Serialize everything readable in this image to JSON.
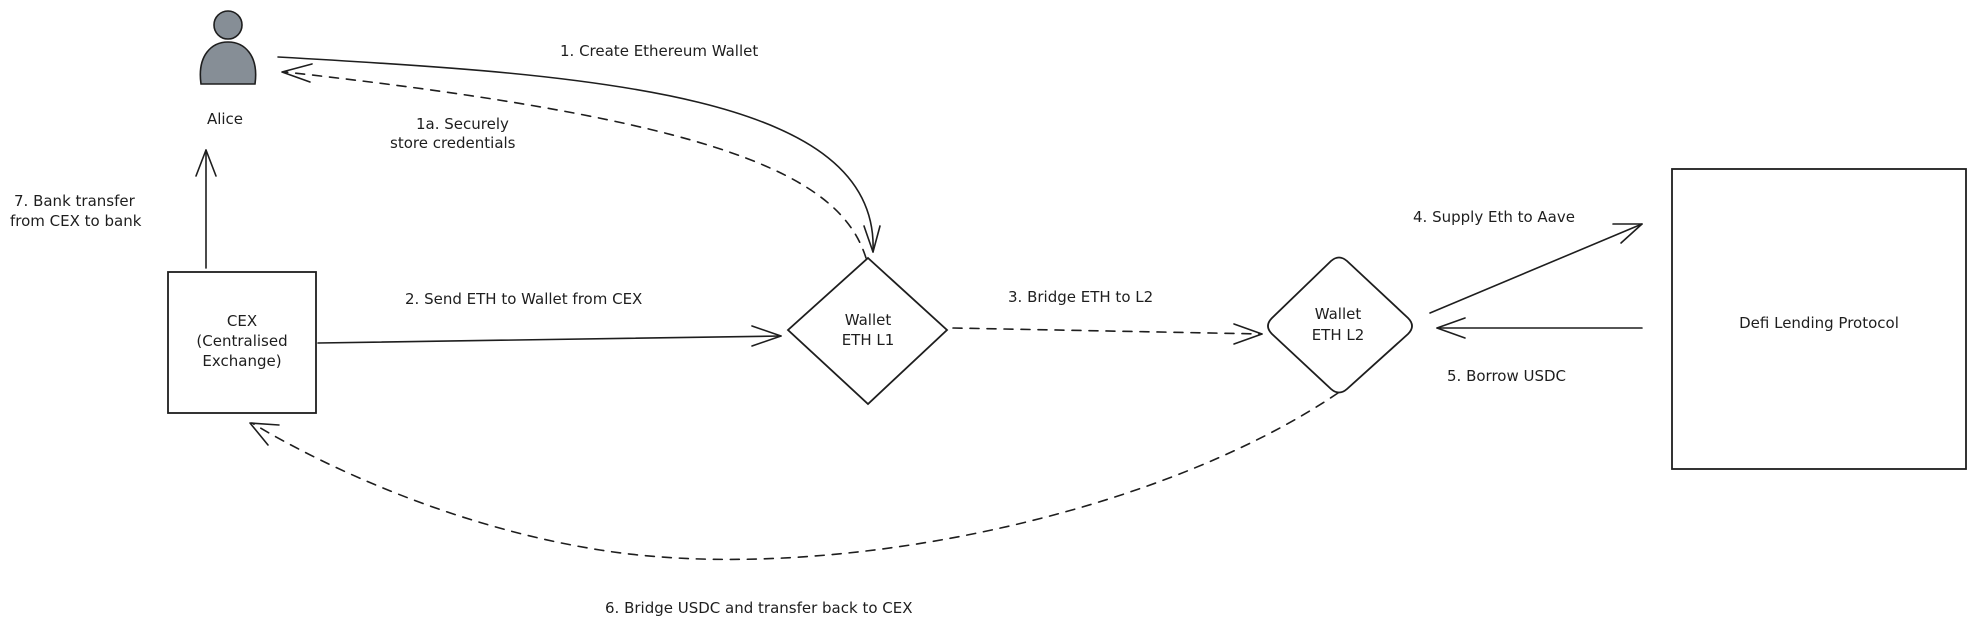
{
  "nodes": {
    "alice": {
      "label": "Alice"
    },
    "cex": {
      "label_lines": [
        "CEX",
        "(Centralised",
        "Exchange)"
      ]
    },
    "wallet_l1": {
      "label_lines": [
        "Wallet",
        "ETH L1"
      ]
    },
    "wallet_l2": {
      "label_lines": [
        "Wallet",
        "ETH L2"
      ]
    },
    "defi": {
      "label": "Defi Lending Protocol"
    }
  },
  "edges": {
    "step1": {
      "label": "1. Create Ethereum Wallet"
    },
    "step1a": {
      "label_lines": [
        "1a. Securely",
        "store credentials"
      ]
    },
    "step2": {
      "label": "2. Send ETH to Wallet from CEX"
    },
    "step3": {
      "label": "3. Bridge ETH to L2"
    },
    "step4": {
      "label": "4. Supply Eth to Aave"
    },
    "step5": {
      "label": "5. Borrow USDC"
    },
    "step6": {
      "label": "6. Bridge USDC and transfer back to CEX"
    },
    "step7": {
      "label_lines": [
        "7. Bank transfer",
        "from CEX to bank"
      ]
    }
  },
  "colors": {
    "stroke": "#1e1e1e",
    "person_fill": "#868e96",
    "background": "#ffffff"
  },
  "icons": {
    "alice": "person-icon"
  }
}
